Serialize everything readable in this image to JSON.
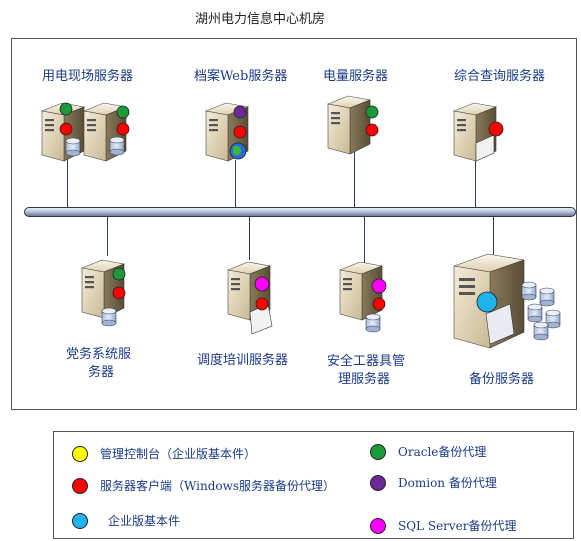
{
  "title": "湖州电力信息中心机房",
  "servers": {
    "yongdian": "用电现场服务器",
    "dangan": "档案Web服务器",
    "dianliang": "电量服务器",
    "zonghe": "综合查询服务器",
    "dangwu_line1": "党务系统服",
    "dangwu_line2": "务器",
    "diaodu": "调度培训服务器",
    "anquan_line1": "安全工器具管",
    "anquan_line2": "理服务器",
    "beifen": "备份服务器"
  },
  "legend": {
    "console": "管理控制台（企业版基本件）",
    "client": "服务器客户端（Windows服务器备份代理）",
    "enterprise": "企业版基本件",
    "oracle": "Oracle备份代理",
    "domino": "Domion 备份代理",
    "sql": "SQL Server备份代理"
  },
  "colors": {
    "console": "#ffff00",
    "client": "#ff0000",
    "enterprise": "#1fb4f0",
    "oracle": "#1a9a3a",
    "domino": "#6a2a9a",
    "sql": "#ff00ff",
    "disk": "#c6d6ee"
  }
}
